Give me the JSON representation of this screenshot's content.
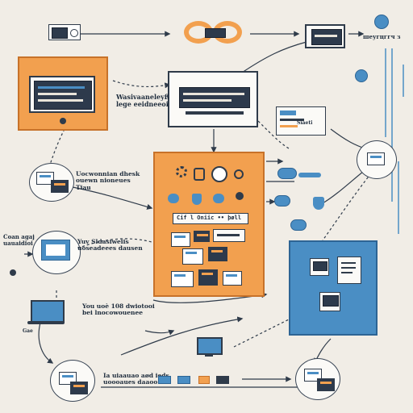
{
  "texts": {
    "top_right": "шеугцггч з",
    "mid_top": "Wasivaaneleyß\nlege eeidneeoi",
    "left_mid": "Uocwonnian dhesk\nouewn nioneues\nTiau",
    "far_left": "Coan agaj\nuauaidioi",
    "center_left": "Yuv Sldasiweiis\nuoseadeees dausen",
    "lower_left": "You uoè 108 dwiotooi\nbei lnocowouenee",
    "bottom": "Ia uiaauao aød ieds\nuoooaues daaoo",
    "center_title": "Cif l Oniic •• þøll",
    "right_note_title": "Siaeti",
    "lower_left_small": "Gae"
  },
  "colors": {
    "orange": "#f2a04f",
    "blue": "#4a8ec4",
    "navy": "#2f3b4a",
    "background": "#f1ede6"
  }
}
